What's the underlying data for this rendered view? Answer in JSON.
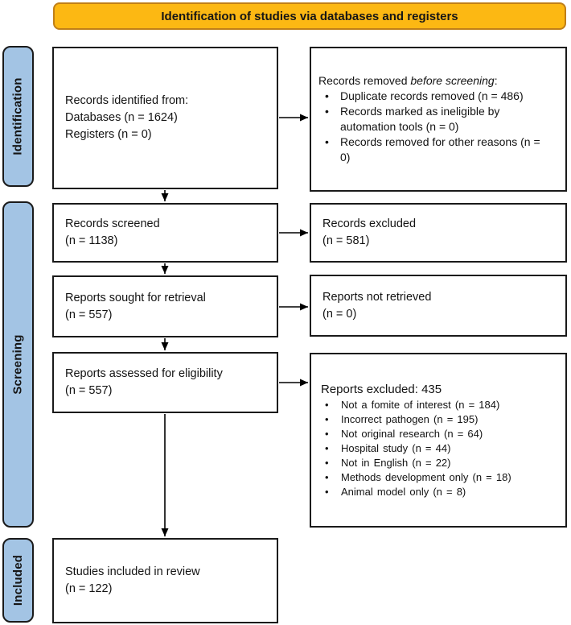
{
  "banner": {
    "label": "Identification of studies via databases and registers"
  },
  "stages": {
    "identification": "Identification",
    "screening": "Screening",
    "included": "Included"
  },
  "colors": {
    "banner_fill": "#FCB813",
    "banner_border": "#C07F17",
    "stage_fill": "#A3C4E4",
    "stage_border": "#1A1A1A",
    "box_border": "#1A1A1A",
    "arrow": "#000000"
  },
  "boxes": {
    "identified": {
      "lines": [
        "Records identified from:",
        "Databases (n = 1624)",
        "Registers (n = 0)"
      ]
    },
    "removed": {
      "title_prefix": "Records removed ",
      "title_italic": "before screening",
      "title_suffix": ":",
      "bullets": [
        "Duplicate records removed (n = 486)",
        "Records marked as ineligible by automation tools (n = 0)",
        "Records removed for other reasons (n = 0)"
      ]
    },
    "screened": {
      "lines": [
        "Records screened",
        "(n = 1138)"
      ]
    },
    "excluded": {
      "lines": [
        "Records excluded",
        "(n = 581)"
      ]
    },
    "sought": {
      "lines": [
        "Reports sought for retrieval",
        "(n = 557)"
      ]
    },
    "not_retrieved": {
      "lines": [
        "Reports not retrieved",
        "(n = 0)"
      ]
    },
    "assessed": {
      "lines": [
        "Reports assessed for eligibility",
        "(n = 557)"
      ]
    },
    "reports_excluded": {
      "title": "Reports excluded: 435",
      "bullets": [
        "Not a fomite of interest (n = 184)",
        "Incorrect pathogen (n = 195)",
        "Not original research (n = 64)",
        "Hospital study (n = 44)",
        "Not in English (n = 22)",
        "Methods development only (n = 18)",
        "Animal model only (n = 8)"
      ]
    },
    "included_review": {
      "lines": [
        "Studies included in review",
        "(n = 122)"
      ]
    }
  }
}
